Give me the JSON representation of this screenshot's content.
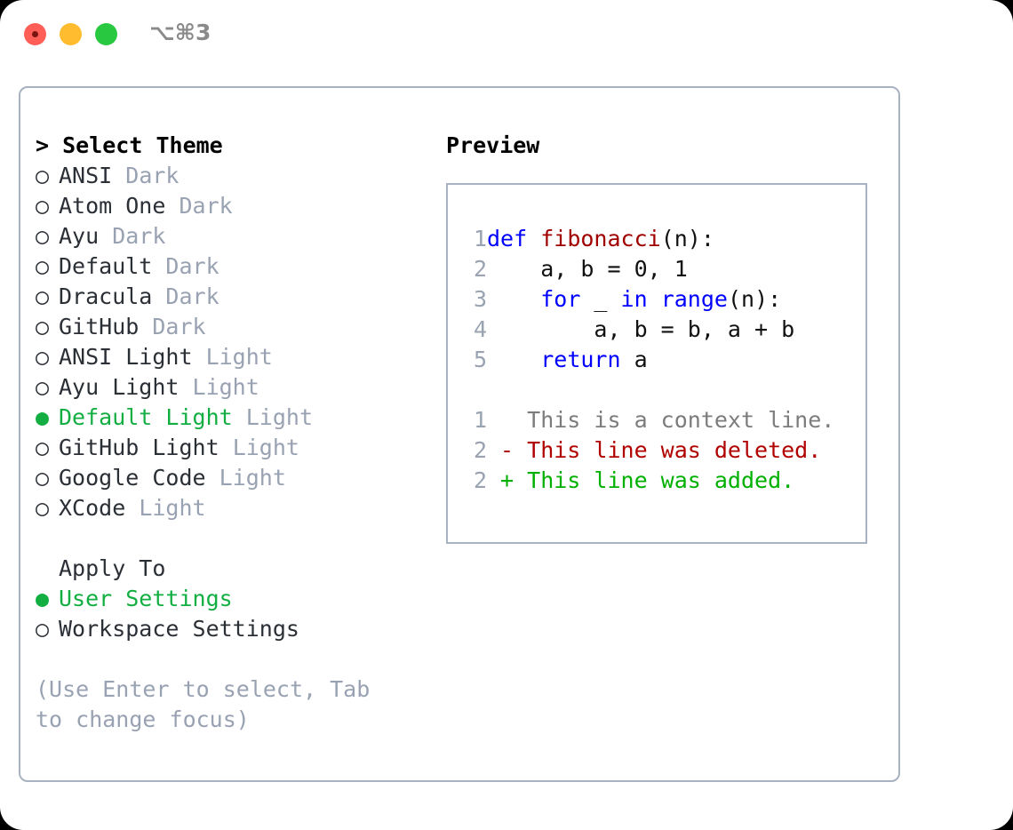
{
  "window": {
    "shortcut": "⌥⌘3",
    "traffic_lights": [
      "close-red",
      "minimize-yellow",
      "maximize-green"
    ]
  },
  "colors": {
    "selected_green": "#12ae42",
    "muted_gray": "#99a2b2",
    "border": "#a9b2c1",
    "keyword_blue": "#0000ff",
    "function_red": "#a00000",
    "diff_deleted": "#b00000",
    "diff_added": "#00b000"
  },
  "theme_picker": {
    "header": "> Select Theme",
    "items": [
      {
        "bullet": "○",
        "name": "ANSI",
        "tag": "Dark",
        "selected": false
      },
      {
        "bullet": "○",
        "name": "Atom One",
        "tag": "Dark",
        "selected": false
      },
      {
        "bullet": "○",
        "name": "Ayu",
        "tag": "Dark",
        "selected": false
      },
      {
        "bullet": "○",
        "name": "Default",
        "tag": "Dark",
        "selected": false
      },
      {
        "bullet": "○",
        "name": "Dracula",
        "tag": "Dark",
        "selected": false
      },
      {
        "bullet": "○",
        "name": "GitHub",
        "tag": "Dark",
        "selected": false
      },
      {
        "bullet": "○",
        "name": "ANSI Light",
        "tag": "Light",
        "selected": false
      },
      {
        "bullet": "○",
        "name": "Ayu Light",
        "tag": "Light",
        "selected": false
      },
      {
        "bullet": "●",
        "name": "Default Light",
        "tag": "Light",
        "selected": true
      },
      {
        "bullet": "○",
        "name": "GitHub Light",
        "tag": "Light",
        "selected": false
      },
      {
        "bullet": "○",
        "name": "Google Code",
        "tag": "Light",
        "selected": false
      },
      {
        "bullet": "○",
        "name": "XCode",
        "tag": "Light",
        "selected": false
      }
    ]
  },
  "apply_to": {
    "title": "Apply To",
    "items": [
      {
        "bullet": "●",
        "name": "User Settings",
        "selected": true
      },
      {
        "bullet": "○",
        "name": "Workspace Settings",
        "selected": false
      }
    ]
  },
  "hint": "(Use Enter to select, Tab to change focus)",
  "preview": {
    "title": "Preview",
    "code_lines": [
      {
        "num": "1",
        "tokens": [
          {
            "t": "def ",
            "c": "kw"
          },
          {
            "t": "fibonacci",
            "c": "fn"
          },
          {
            "t": "(n):",
            "c": "plain"
          }
        ]
      },
      {
        "num": "2",
        "tokens": [
          {
            "t": "    a, b = 0, 1",
            "c": "plain"
          }
        ]
      },
      {
        "num": "3",
        "tokens": [
          {
            "t": "    ",
            "c": "plain"
          },
          {
            "t": "for",
            "c": "kw"
          },
          {
            "t": " _ ",
            "c": "plain"
          },
          {
            "t": "in",
            "c": "kw"
          },
          {
            "t": " ",
            "c": "plain"
          },
          {
            "t": "range",
            "c": "kw"
          },
          {
            "t": "(n):",
            "c": "plain"
          }
        ]
      },
      {
        "num": "4",
        "tokens": [
          {
            "t": "        a, b = b, a + b",
            "c": "plain"
          }
        ]
      },
      {
        "num": "5",
        "tokens": [
          {
            "t": "    ",
            "c": "plain"
          },
          {
            "t": "return",
            "c": "kw"
          },
          {
            "t": " a",
            "c": "plain"
          }
        ]
      }
    ],
    "diff_lines": [
      {
        "num": "1",
        "tokens": [
          {
            "t": "   This is a context line.",
            "c": "ctx"
          }
        ]
      },
      {
        "num": "2",
        "tokens": [
          {
            "t": " - This line was deleted.",
            "c": "del"
          }
        ]
      },
      {
        "num": "2",
        "tokens": [
          {
            "t": " + This line was added.",
            "c": "add"
          }
        ]
      }
    ]
  }
}
